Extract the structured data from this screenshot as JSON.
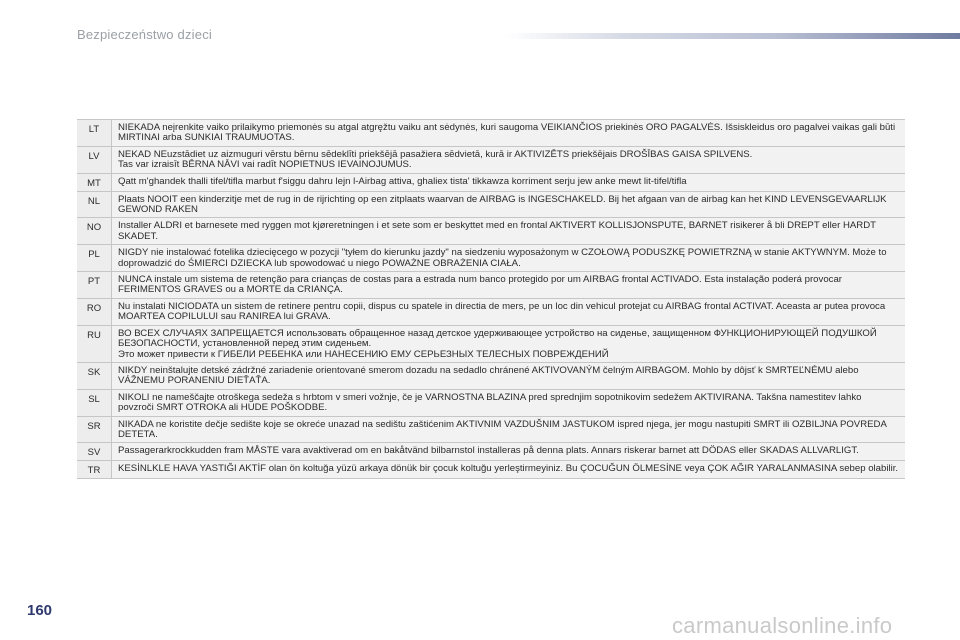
{
  "header": {
    "title": "Bezpieczeństwo dzieci"
  },
  "rows": [
    {
      "code": "LT",
      "text": "NIEKADA neįrenkite vaiko prilaikymo priemonės su atgal atgręžtu vaiku ant sėdynės, kuri saugoma VEIKIANČIOS priekinės ORO PAGALVĖS. Išsiskleidus oro pagalvei vaikas gali būti MIRTINAI arba SUNKIAI TRAUMUOTAS."
    },
    {
      "code": "LV",
      "text": "NEKAD NEuzstādiet uz aizmuguri vērstu bērnu sēdeklīti priekšējā pasažiera sēdvietā, kurā ir AKTIVIZĒTS priekšējais DROŠĪBAS GAISA SPILVENS.\nTas var izraisīt BĒRNA NĀVI vai radīt NOPIETNUS IEVAINOJUMUS."
    },
    {
      "code": "MT",
      "text": "Qatt m'ghandek thalli tifel/tifla marbut f'siggu dahru lejn l-Airbag attiva, ghaliex tista' tikkawza korriment serju jew anke mewt lit-tifel/tifla"
    },
    {
      "code": "NL",
      "text": "Plaats NOOIT een kinderzitje met de rug in de rijrichting op een zitplaats waarvan de AIRBAG is INGESCHAKELD. Bij het afgaan van de airbag kan het KIND LEVENSGEVAARLIJK GEWOND RAKEN"
    },
    {
      "code": "NO",
      "text": "Installer ALDRI et barnesete med ryggen mot kjøreretningen i et sete som er beskyttet med en frontal AKTIVERT KOLLISJONSPUTE, BARNET risikerer å bli DREPT eller HARDT SKADET."
    },
    {
      "code": "PL",
      "text": "NIGDY nie instalować fotelika dziecięcego w pozycji \"tyłem do kierunku jazdy\" na siedzeniu wyposażonym w CZOŁOWĄ PODUSZKĘ POWIETRZNĄ w stanie AKTYWNYM. Może to doprowadzić do ŚMIERCI DZIECKA lub spowodować u niego POWAŻNE OBRAŻENIA CIAŁA."
    },
    {
      "code": "PT",
      "text": "NUNCA instale um sistema de retenção para crianças de costas para a estrada num banco protegido por um AIRBAG frontal ACTIVADO. Esta instalação poderá provocar FERIMENTOS GRAVES ou a MORTE da CRIANÇA."
    },
    {
      "code": "RO",
      "text": "Nu instalati NICIODATA un sistem de retinere pentru copii, dispus cu spatele in directia de mers, pe un loc din vehicul protejat cu AIRBAG frontal ACTIVAT. Aceasta ar putea provoca MOARTEA COPILULUI sau RANIREA lui GRAVA."
    },
    {
      "code": "RU",
      "text": "ВО ВСЕХ СЛУЧАЯХ ЗАПРЕЩАЕТСЯ использовать обращенное назад детское удерживающее устройство на сиденье, защищенном ФУНКЦИОНИРУЮЩЕЙ ПОДУШКОЙ БЕЗОПАСНОСТИ, установленной перед этим сиденьем.\nЭто может привести к ГИБЕЛИ РЕБЕНКА или НАНЕСЕНИЮ ЕМУ СЕРЬЕЗНЫХ ТЕЛЕСНЫХ ПОВРЕЖДЕНИЙ"
    },
    {
      "code": "SK",
      "text": "NIKDY neinštalujte detské zádržné zariadenie orientované smerom dozadu na sedadlo chránené AKTIVOVANÝM čelným AIRBAGOM. Mohlo by dôjsť k SMRTEĽNÉMU alebo VÁŽNEMU PORANENIU DIEŤAŤA."
    },
    {
      "code": "SL",
      "text": "NIKOLI ne nameščajte otroškega sedeža s hrbtom v smeri vožnje, če je VARNOSTNA BLAZINA pred sprednjim sopotnikovim sedežem AKTIVIRANA. Takšna namestitev lahko povzroči SMRT OTROKA ali HUDE POŠKODBE."
    },
    {
      "code": "SR",
      "text": "NIKADA ne koristite dečje sedište koje se okreće unazad na sedištu zaštićenim AKTIVNIM VAZDUŠNIM JASTUKOM ispred njega, jer mogu nastupiti SMRT ili OZBILJNA POVREDA DETETA."
    },
    {
      "code": "SV",
      "text": "Passagerarkrockkudden fram MÅSTE vara avaktiverad om en bakåtvänd bilbarnstol installeras på denna plats. Annars riskerar barnet att DÖDAS eller SKADAS ALLVARLIGT."
    },
    {
      "code": "TR",
      "text": "KESİNLKLE HAVA YASTIĞI AKTİF olan ön koltuğa yüzü arkaya dönük bir çocuk koltuğu yerleştirmeyiniz. Bu ÇOCUĞUN ÖLMESİNE veya ÇOK AĞIR YARALANMASINA sebep olabilir."
    }
  ],
  "footer": {
    "page_number": "160",
    "watermark": "carmanualsonline.info"
  }
}
